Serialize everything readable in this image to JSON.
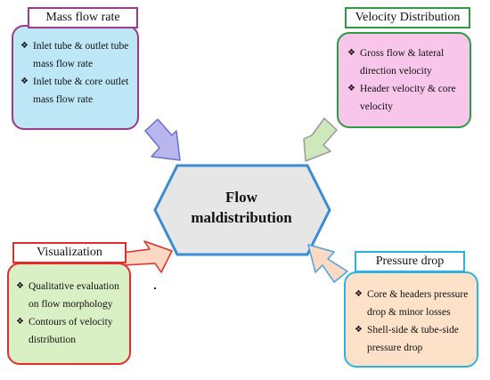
{
  "center": {
    "line1": "Flow",
    "line2": "maldistribution"
  },
  "boxes": {
    "mass_flow": {
      "title": "Mass flow rate",
      "items": [
        "Inlet tube & outlet tube mass flow rate",
        "Inlet tube & core outlet mass flow rate"
      ],
      "border_color": "#9b3b8a",
      "fill_color": "#bde7f6"
    },
    "velocity": {
      "title": "Velocity Distribution",
      "items": [
        "Gross flow & lateral direction velocity",
        "Header velocity & core velocity"
      ],
      "border_color": "#2e9a42",
      "fill_color": "#f7c6ea"
    },
    "visualization": {
      "title": "Visualization",
      "items": [
        "Qualitative evaluation on flow morphology",
        "Contours of velocity distribution"
      ],
      "border_color": "#e52b2b",
      "fill_color": "#d9f0c5"
    },
    "pressure": {
      "title": "Pressure drop",
      "items": [
        "Core & headers pressure drop & minor losses",
        "Shell-side & tube-side pressure drop"
      ],
      "border_color": "#2bb3e0",
      "fill_color": "#fde1c9"
    }
  },
  "colors": {
    "hexagon_fill": "#e6e6e6",
    "hexagon_border": "#3a8bd6"
  }
}
